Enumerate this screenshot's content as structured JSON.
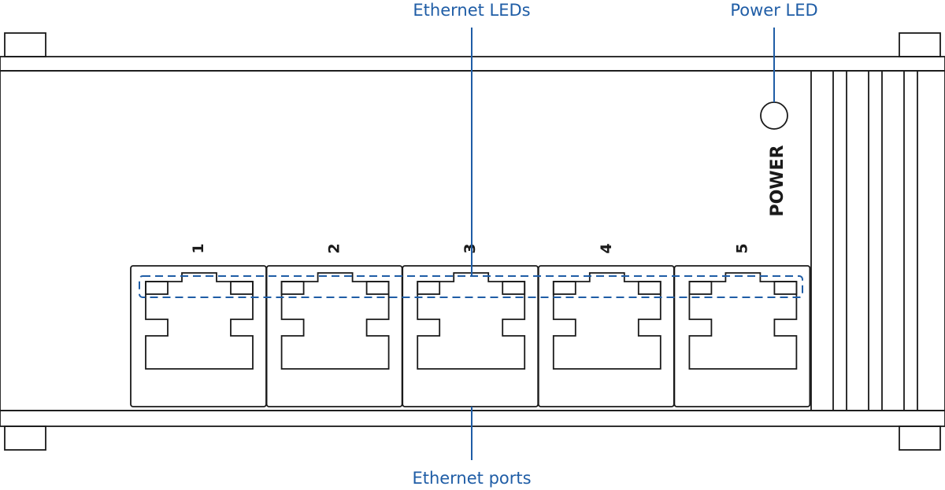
{
  "callouts": {
    "ethernet_leds": "Ethernet LEDs",
    "power_led": "Power LED",
    "ethernet_ports": "Ethernet ports"
  },
  "device": {
    "power_label": "POWER",
    "port_numbers": [
      "1",
      "2",
      "3",
      "4",
      "5"
    ]
  },
  "colors": {
    "callout": "#1f5da6",
    "outline": "#1a1a1a",
    "background": "#ffffff"
  }
}
